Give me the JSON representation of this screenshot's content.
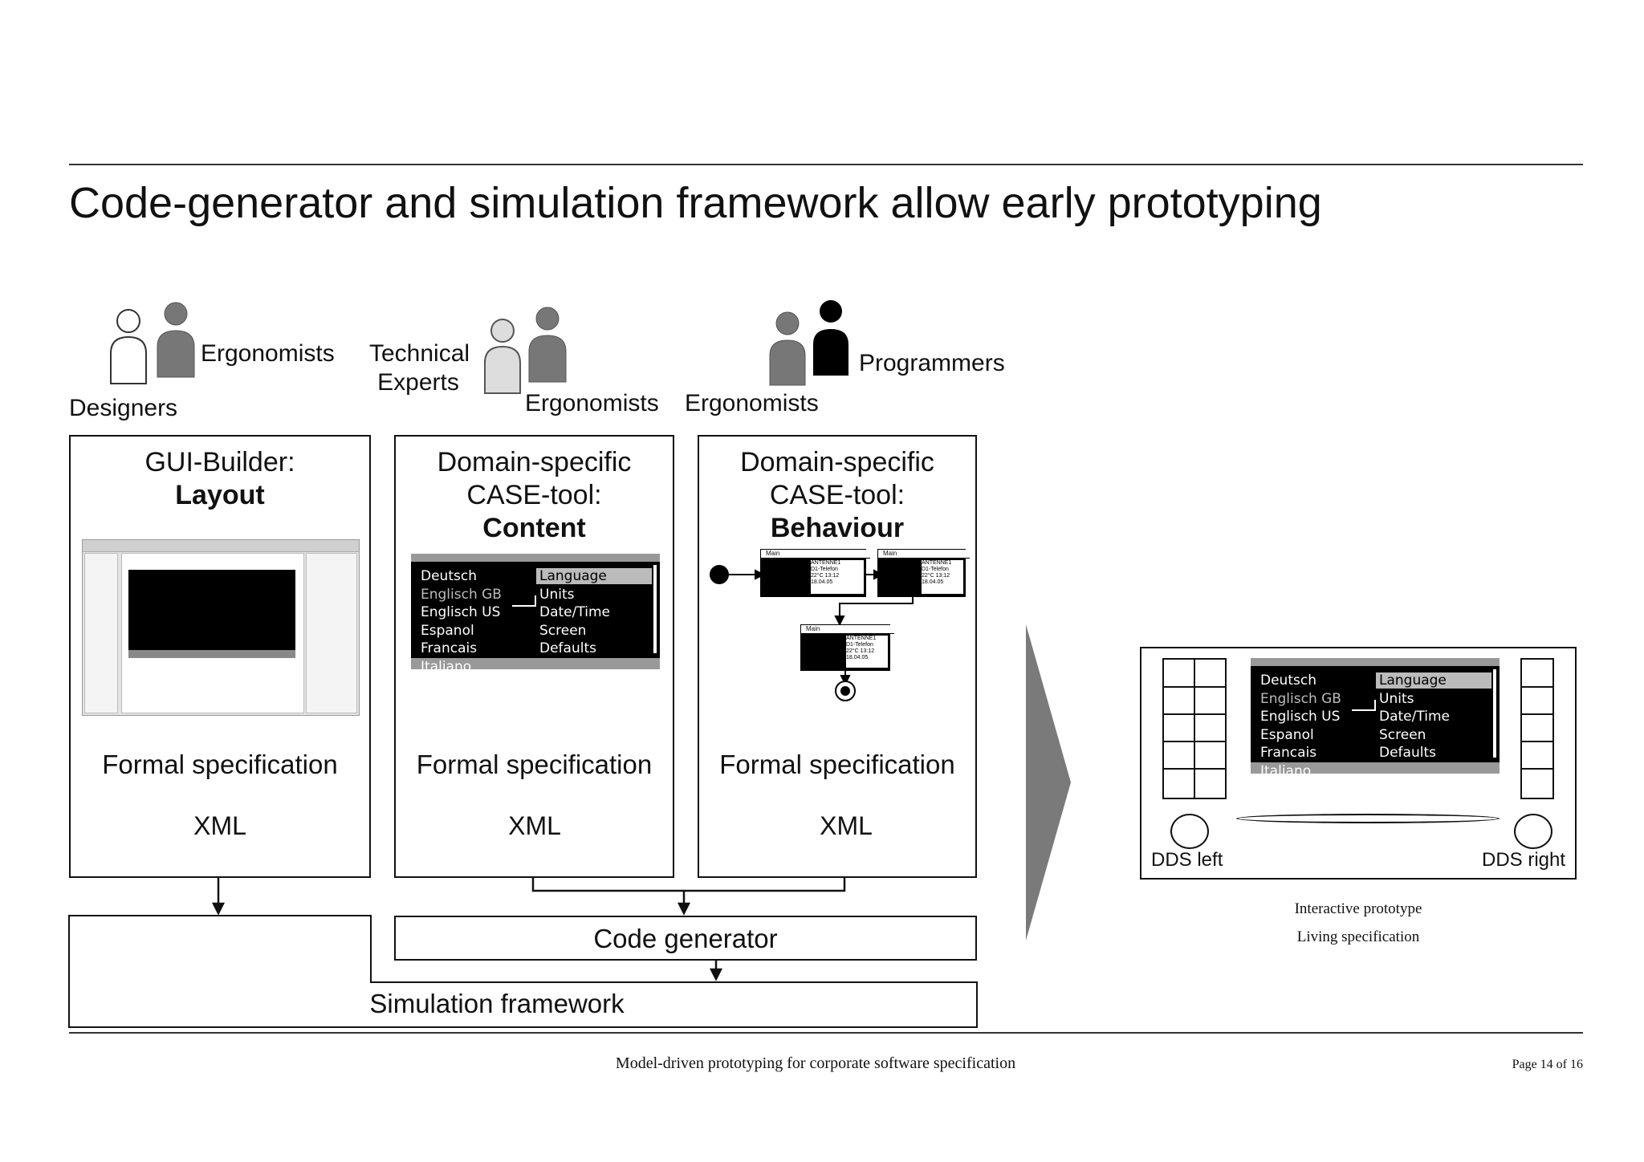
{
  "title": "Code-generator and simulation framework allow early prototyping",
  "roles": {
    "designers": "Designers",
    "ergonomists_1": "Ergonomists",
    "technical_experts_1": "Technical",
    "technical_experts_2": "Experts",
    "ergonomists_2": "Ergonomists",
    "ergonomists_3": "Ergonomists",
    "programmers": "Programmers"
  },
  "boxes": [
    {
      "line1": "GUI-Builder:",
      "line2": "",
      "bold": "Layout",
      "spec": "Formal specification",
      "doc": "XML"
    },
    {
      "line1": "Domain-specific",
      "line2": "CASE-tool:",
      "bold": "Content",
      "spec": "Formal specification",
      "doc": "XML"
    },
    {
      "line1": "Domain-specific",
      "line2": "CASE-tool:",
      "bold": "Behaviour",
      "spec": "Formal specification",
      "doc": "XML"
    }
  ],
  "menu": {
    "left": [
      "Deutsch",
      "Englisch GB",
      "Englisch US",
      "Espanol",
      "Francais",
      "Italiano"
    ],
    "right": [
      "Language",
      "Units",
      "Date/Time",
      "Screen",
      "Defaults"
    ]
  },
  "states": {
    "label": "Main",
    "station": "ANTENNE1",
    "line2": "D1-Telefon",
    "temp": "22°C",
    "time": "13:12",
    "date": "18.04.05"
  },
  "code_generator": "Code generator",
  "simulation_framework": "Simulation framework",
  "prototype": {
    "dds_left": "DDS left",
    "dds_right": "DDS right",
    "caption1": "Interactive prototype",
    "caption2": "Living specification"
  },
  "footer": {
    "center": "Model-driven prototyping for corporate software specification",
    "page": "Page 14 of 16"
  }
}
